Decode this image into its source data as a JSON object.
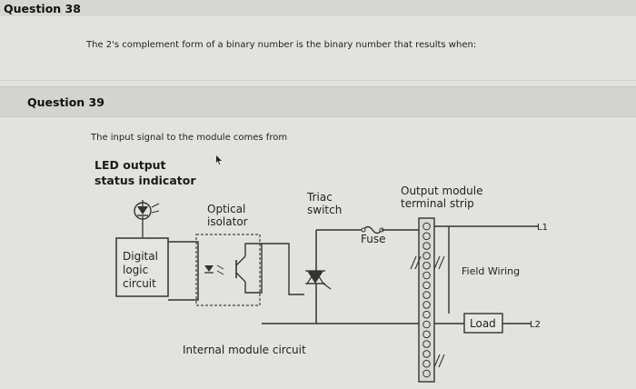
{
  "question38": {
    "heading": "Question 38",
    "text": "The 2's complement form of a binary number is the binary number that results when:"
  },
  "question39": {
    "heading": "Question 39",
    "text": "The input signal to the module comes from"
  },
  "diagram": {
    "led_label_line1": "LED output",
    "led_label_line2": "status indicator",
    "optical_line1": "Optical",
    "optical_line2": "isolator",
    "triac_line1": "Triac",
    "triac_line2": "switch",
    "output_line1": "Output module",
    "output_line2": "terminal strip",
    "fuse": "Fuse",
    "l1": "L1",
    "l2": "L2",
    "digital_line1": "Digital",
    "digital_line2": "logic",
    "digital_line3": "circuit",
    "field_wiring": "Field Wiring",
    "load": "Load",
    "internal": "Internal module circuit"
  }
}
